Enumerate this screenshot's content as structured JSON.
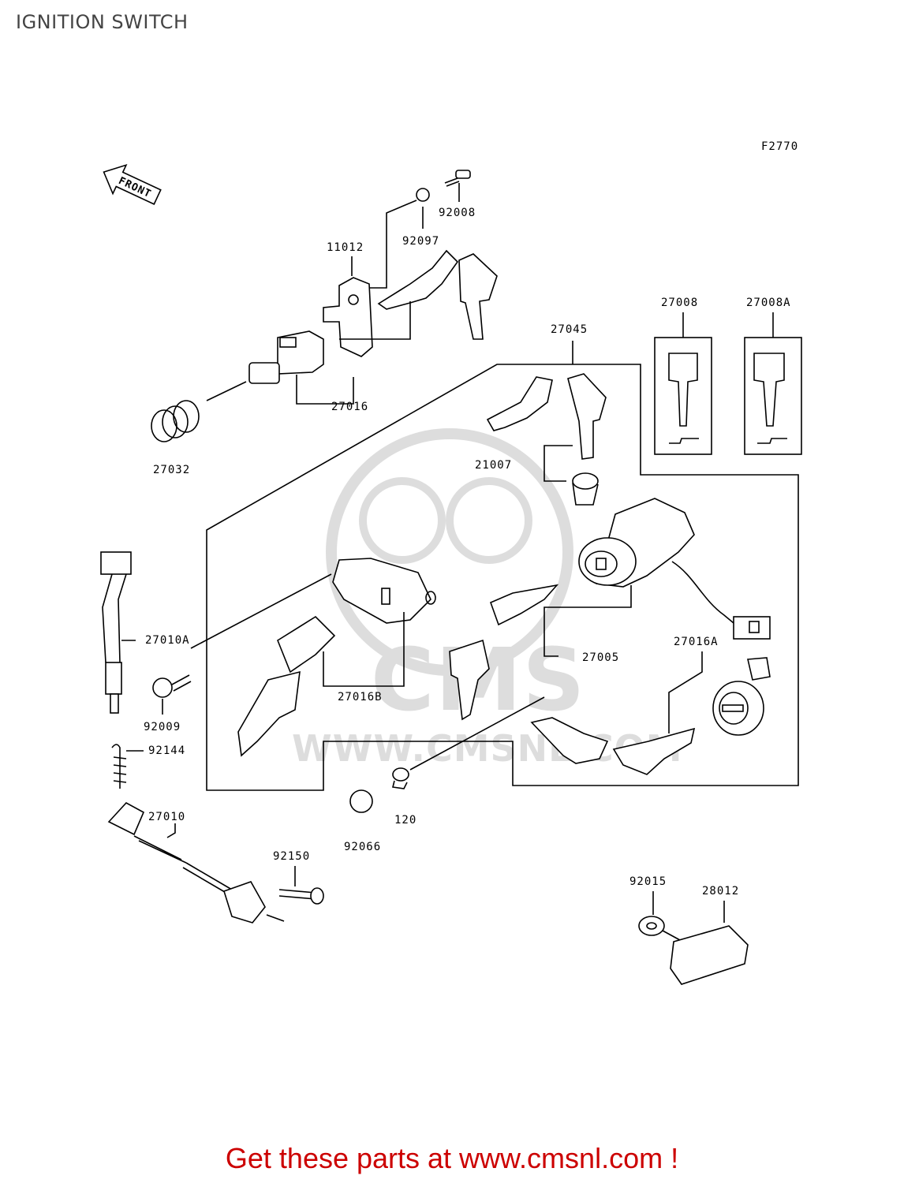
{
  "title": "IGNITION SWITCH",
  "figure_code": "F2770",
  "front_label": "FRONT",
  "watermark": {
    "brand": "CMS",
    "url": "WWW.CMSNL.COM"
  },
  "footer": {
    "text": "Get these parts at www.cmsnl.com !",
    "color": "#cc0000"
  },
  "parts": [
    {
      "id": "p92008",
      "label": "92008"
    },
    {
      "id": "p92097",
      "label": "92097"
    },
    {
      "id": "p11012",
      "label": "11012"
    },
    {
      "id": "p27008",
      "label": "27008"
    },
    {
      "id": "p27008A",
      "label": "27008A"
    },
    {
      "id": "p27045",
      "label": "27045"
    },
    {
      "id": "p27016",
      "label": "27016"
    },
    {
      "id": "p27032",
      "label": "27032"
    },
    {
      "id": "p21007",
      "label": "21007"
    },
    {
      "id": "p27010A",
      "label": "27010A"
    },
    {
      "id": "p27005",
      "label": "27005"
    },
    {
      "id": "p27016A",
      "label": "27016A"
    },
    {
      "id": "p27016B",
      "label": "27016B"
    },
    {
      "id": "p92009",
      "label": "92009"
    },
    {
      "id": "p92144",
      "label": "92144"
    },
    {
      "id": "p27010",
      "label": "27010"
    },
    {
      "id": "p120",
      "label": "120"
    },
    {
      "id": "p92066",
      "label": "92066"
    },
    {
      "id": "p92150",
      "label": "92150"
    },
    {
      "id": "p92015",
      "label": "92015"
    },
    {
      "id": "p28012",
      "label": "28012"
    }
  ]
}
